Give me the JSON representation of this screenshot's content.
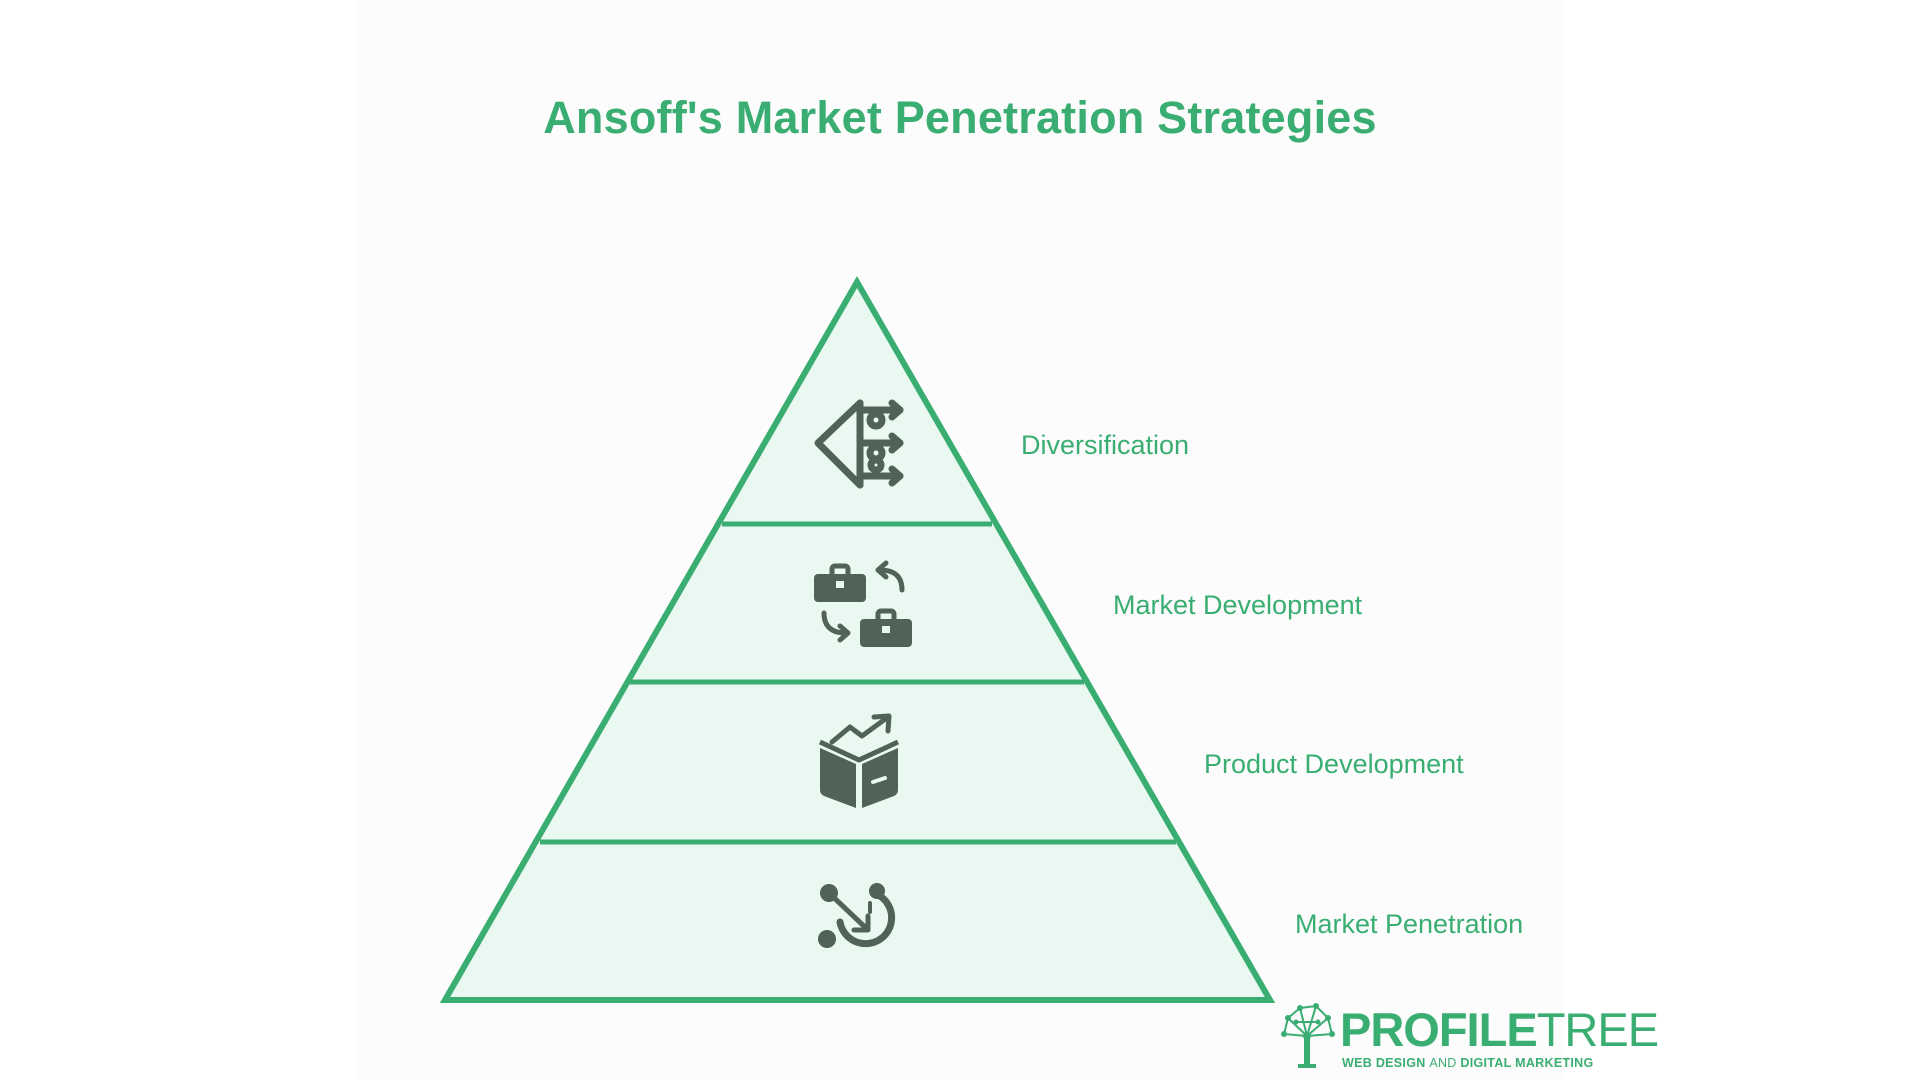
{
  "title": "Ansoff's Market Penetration Strategies",
  "colors": {
    "accent": "#3aae72",
    "tier_fill": "#e9f8f0",
    "icon": "#4f6357"
  },
  "tiers": [
    {
      "label": "Diversification",
      "icon": "split-arrows-icon"
    },
    {
      "label": "Market Development",
      "icon": "briefcase-swap-icon"
    },
    {
      "label": "Product Development",
      "icon": "box-growth-icon"
    },
    {
      "label": "Market Penetration",
      "icon": "route-target-icon"
    }
  ],
  "logo": {
    "word_a": "PROFILE",
    "word_b": "TREE",
    "tagline_a": "WEB DESIGN ",
    "tagline_b": "AND",
    "tagline_c": " DIGITAL MARKETING"
  }
}
